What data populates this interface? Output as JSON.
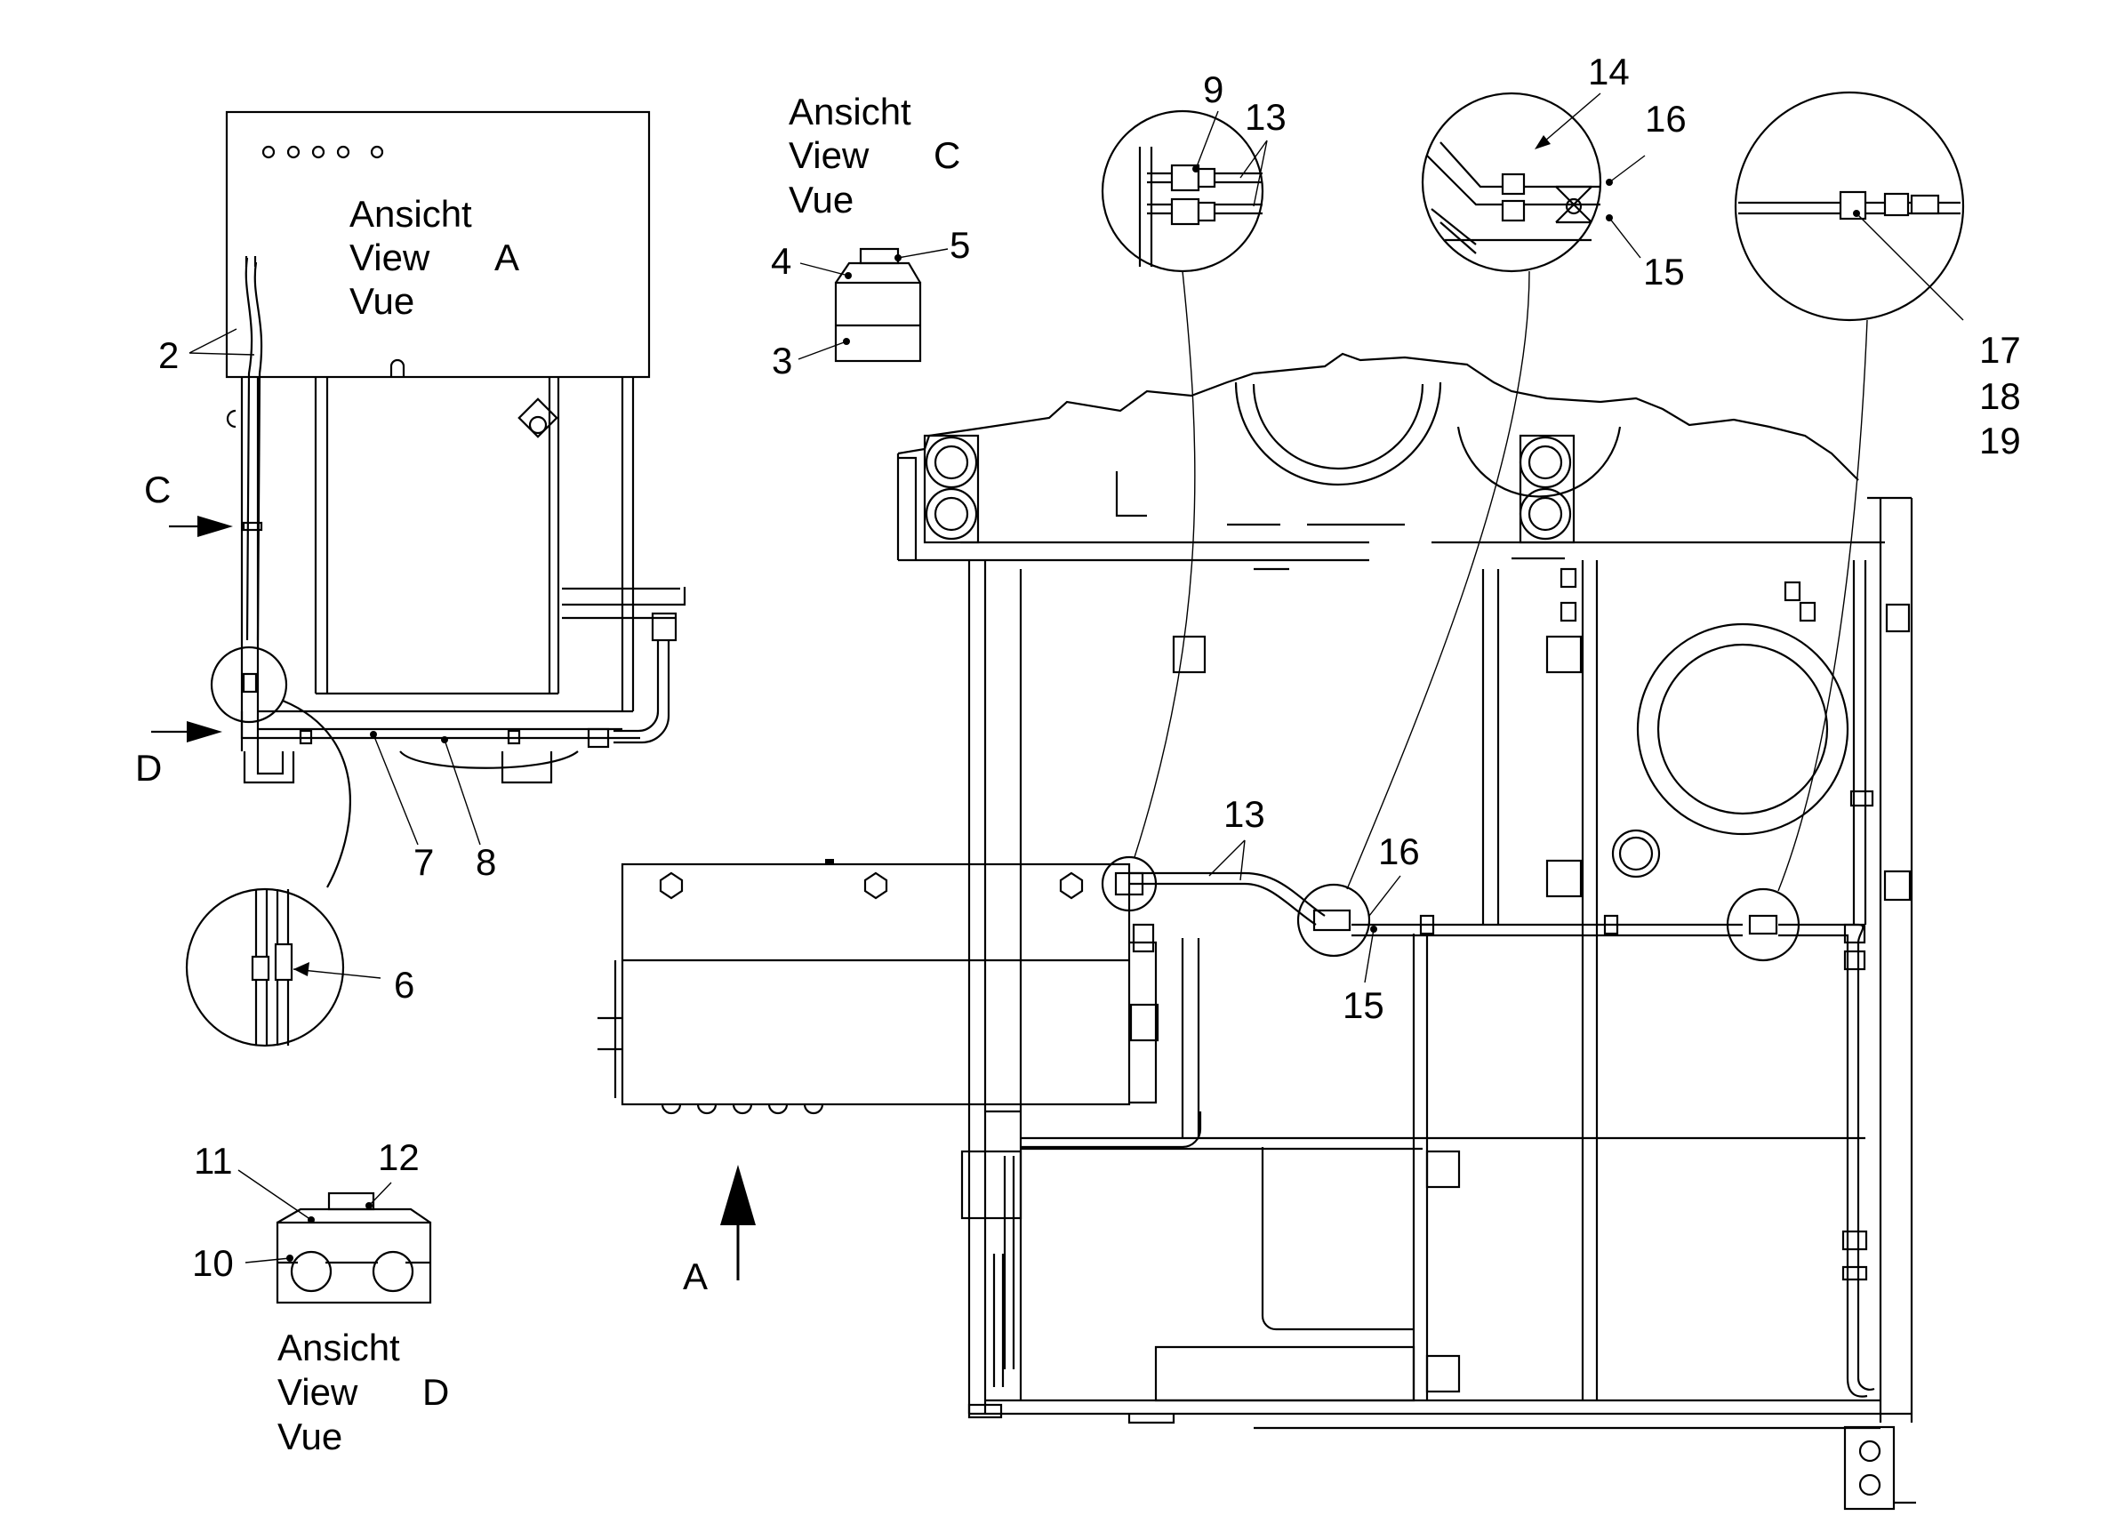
{
  "views": {
    "a": {
      "line1": "Ansicht",
      "line2": "View",
      "letter": "A",
      "line3": "Vue"
    },
    "c": {
      "line1": "Ansicht",
      "line2": "View",
      "letter": "C",
      "line3": "Vue"
    },
    "d": {
      "line1": "Ansicht",
      "line2": "View",
      "letter": "D",
      "line3": "Vue"
    }
  },
  "arrows": {
    "c": "C",
    "d": "D",
    "a": "A"
  },
  "callouts": {
    "n2": "2",
    "n3": "3",
    "n4": "4",
    "n5": "5",
    "n6": "6",
    "n7": "7",
    "n8": "8",
    "n9": "9",
    "n10": "10",
    "n11": "11",
    "n12": "12",
    "n13a": "13",
    "n13b": "13",
    "n14": "14",
    "n15a": "15",
    "n15b": "15",
    "n16a": "16",
    "n16b": "16",
    "n17": "17",
    "n18": "18",
    "n19": "19"
  }
}
